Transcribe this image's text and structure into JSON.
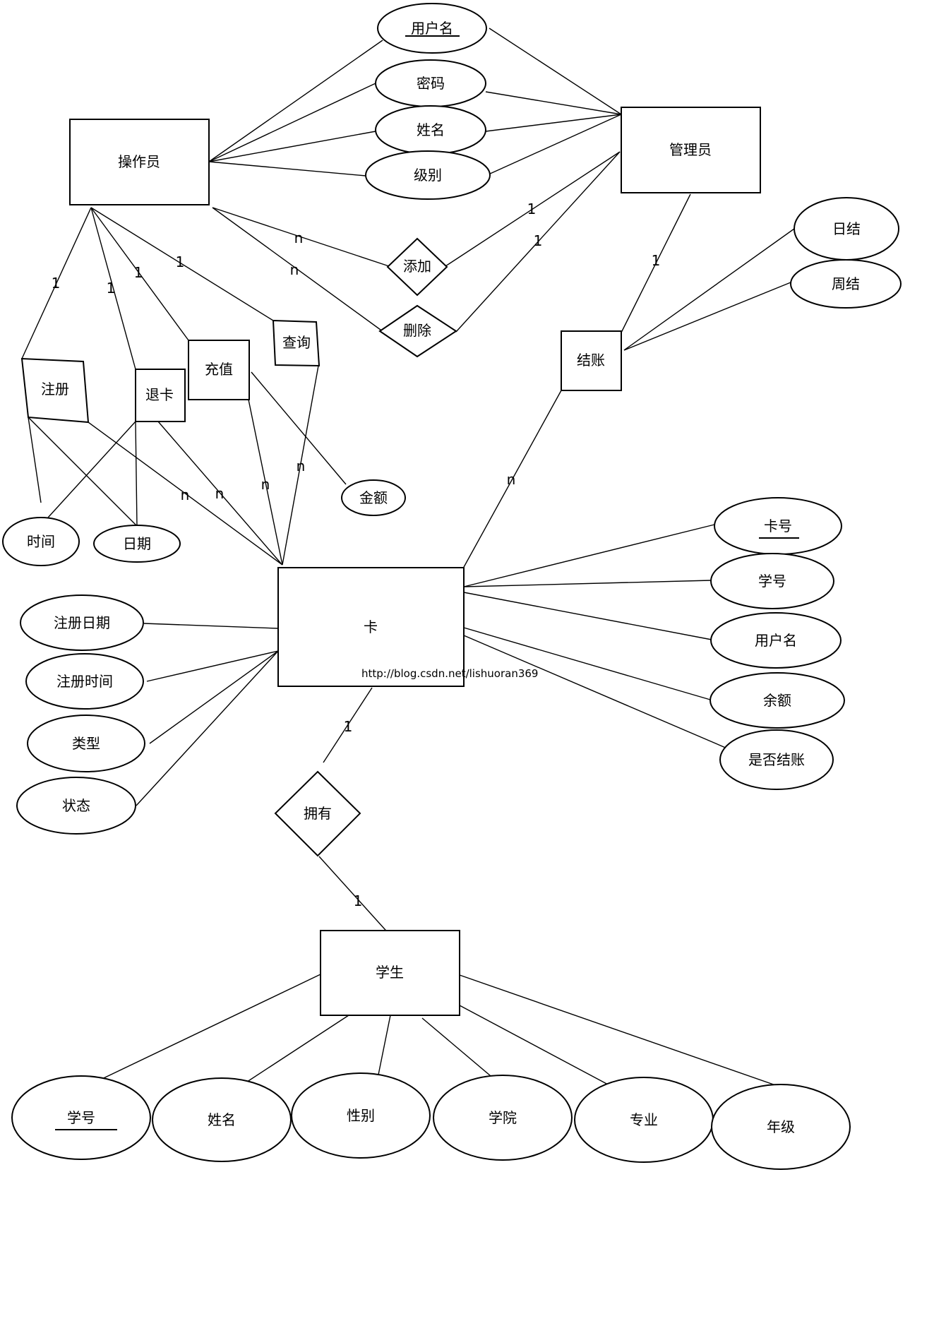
{
  "entities": {
    "operator": "操作员",
    "admin": "管理员",
    "card": "卡",
    "student": "学生"
  },
  "relationships": {
    "add": "添加",
    "delete": "删除",
    "checkout": "结账",
    "register": "注册",
    "return_card": "退卡",
    "recharge": "充值",
    "query": "查询",
    "own": "拥有"
  },
  "attributes": {
    "shared": {
      "username": "用户名",
      "password": "密码",
      "name": "姓名",
      "level": "级别"
    },
    "checkout": {
      "daily": "日结",
      "weekly": "周结"
    },
    "register": {
      "time": "时间",
      "date": "日期"
    },
    "recharge": {
      "amount": "金额"
    },
    "card": {
      "card_no": "卡号",
      "student_no": "学号",
      "username": "用户名",
      "balance": "余额",
      "settled": "是否结账",
      "reg_date": "注册日期",
      "reg_time": "注册时间",
      "type": "类型",
      "status": "状态"
    },
    "student": {
      "student_no": "学号",
      "name": "姓名",
      "gender": "性别",
      "college": "学院",
      "major": "专业",
      "grade": "年级"
    }
  },
  "cardinalities": {
    "op_add": "n",
    "admin_add": "1",
    "op_delete": "n",
    "admin_delete": "1",
    "admin_checkout": "1",
    "checkout_card": "n",
    "op_register": "1",
    "op_return": "1",
    "op_recharge": "1",
    "op_query": "1",
    "register_card": "n",
    "return_card": "n",
    "recharge_card": "n",
    "query_card": "n",
    "card_own": "1",
    "own_student": "1"
  },
  "watermark": "http://blog.csdn.net/lishuoran369"
}
